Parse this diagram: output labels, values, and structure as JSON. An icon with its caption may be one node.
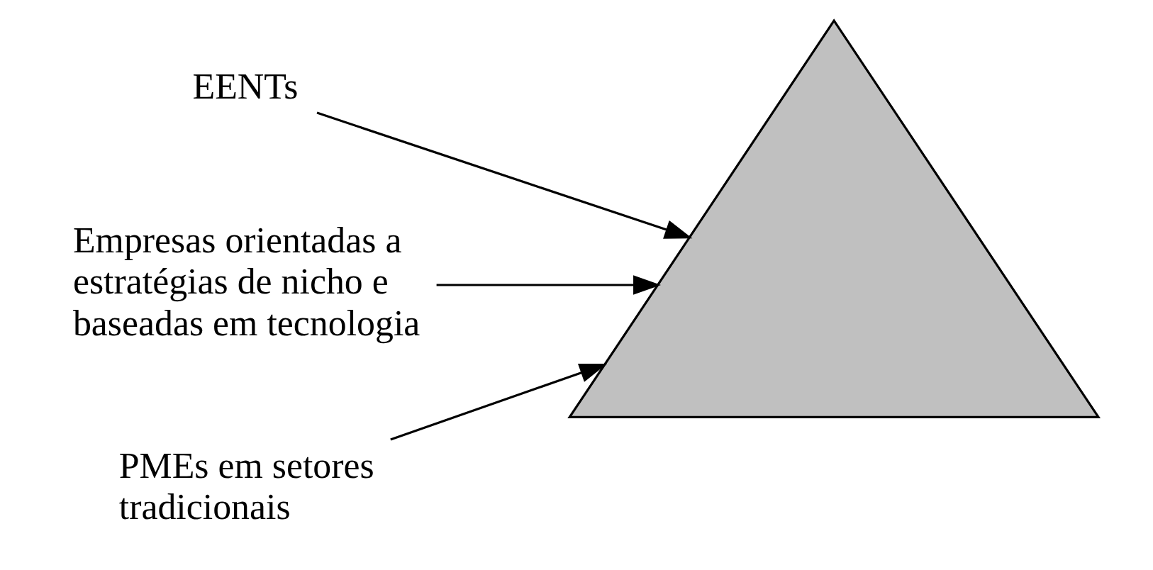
{
  "diagram": {
    "nodes": [
      {
        "text": [
          "EENTs"
        ]
      },
      {
        "text": [
          "Empresas orientadas a estratégias de nicho e baseadas em tecnologia"
        ]
      },
      {
        "text": [
          "PMEs em setores tradicionais"
        ]
      },
      {
        "text": [],
        "shape": "triangle"
      }
    ],
    "edges": [
      {
        "from": 0,
        "to": 3,
        "arrow": "to"
      },
      {
        "from": 1,
        "to": 3,
        "arrow": "to"
      },
      {
        "from": 2,
        "to": 3,
        "arrow": "to"
      }
    ]
  }
}
